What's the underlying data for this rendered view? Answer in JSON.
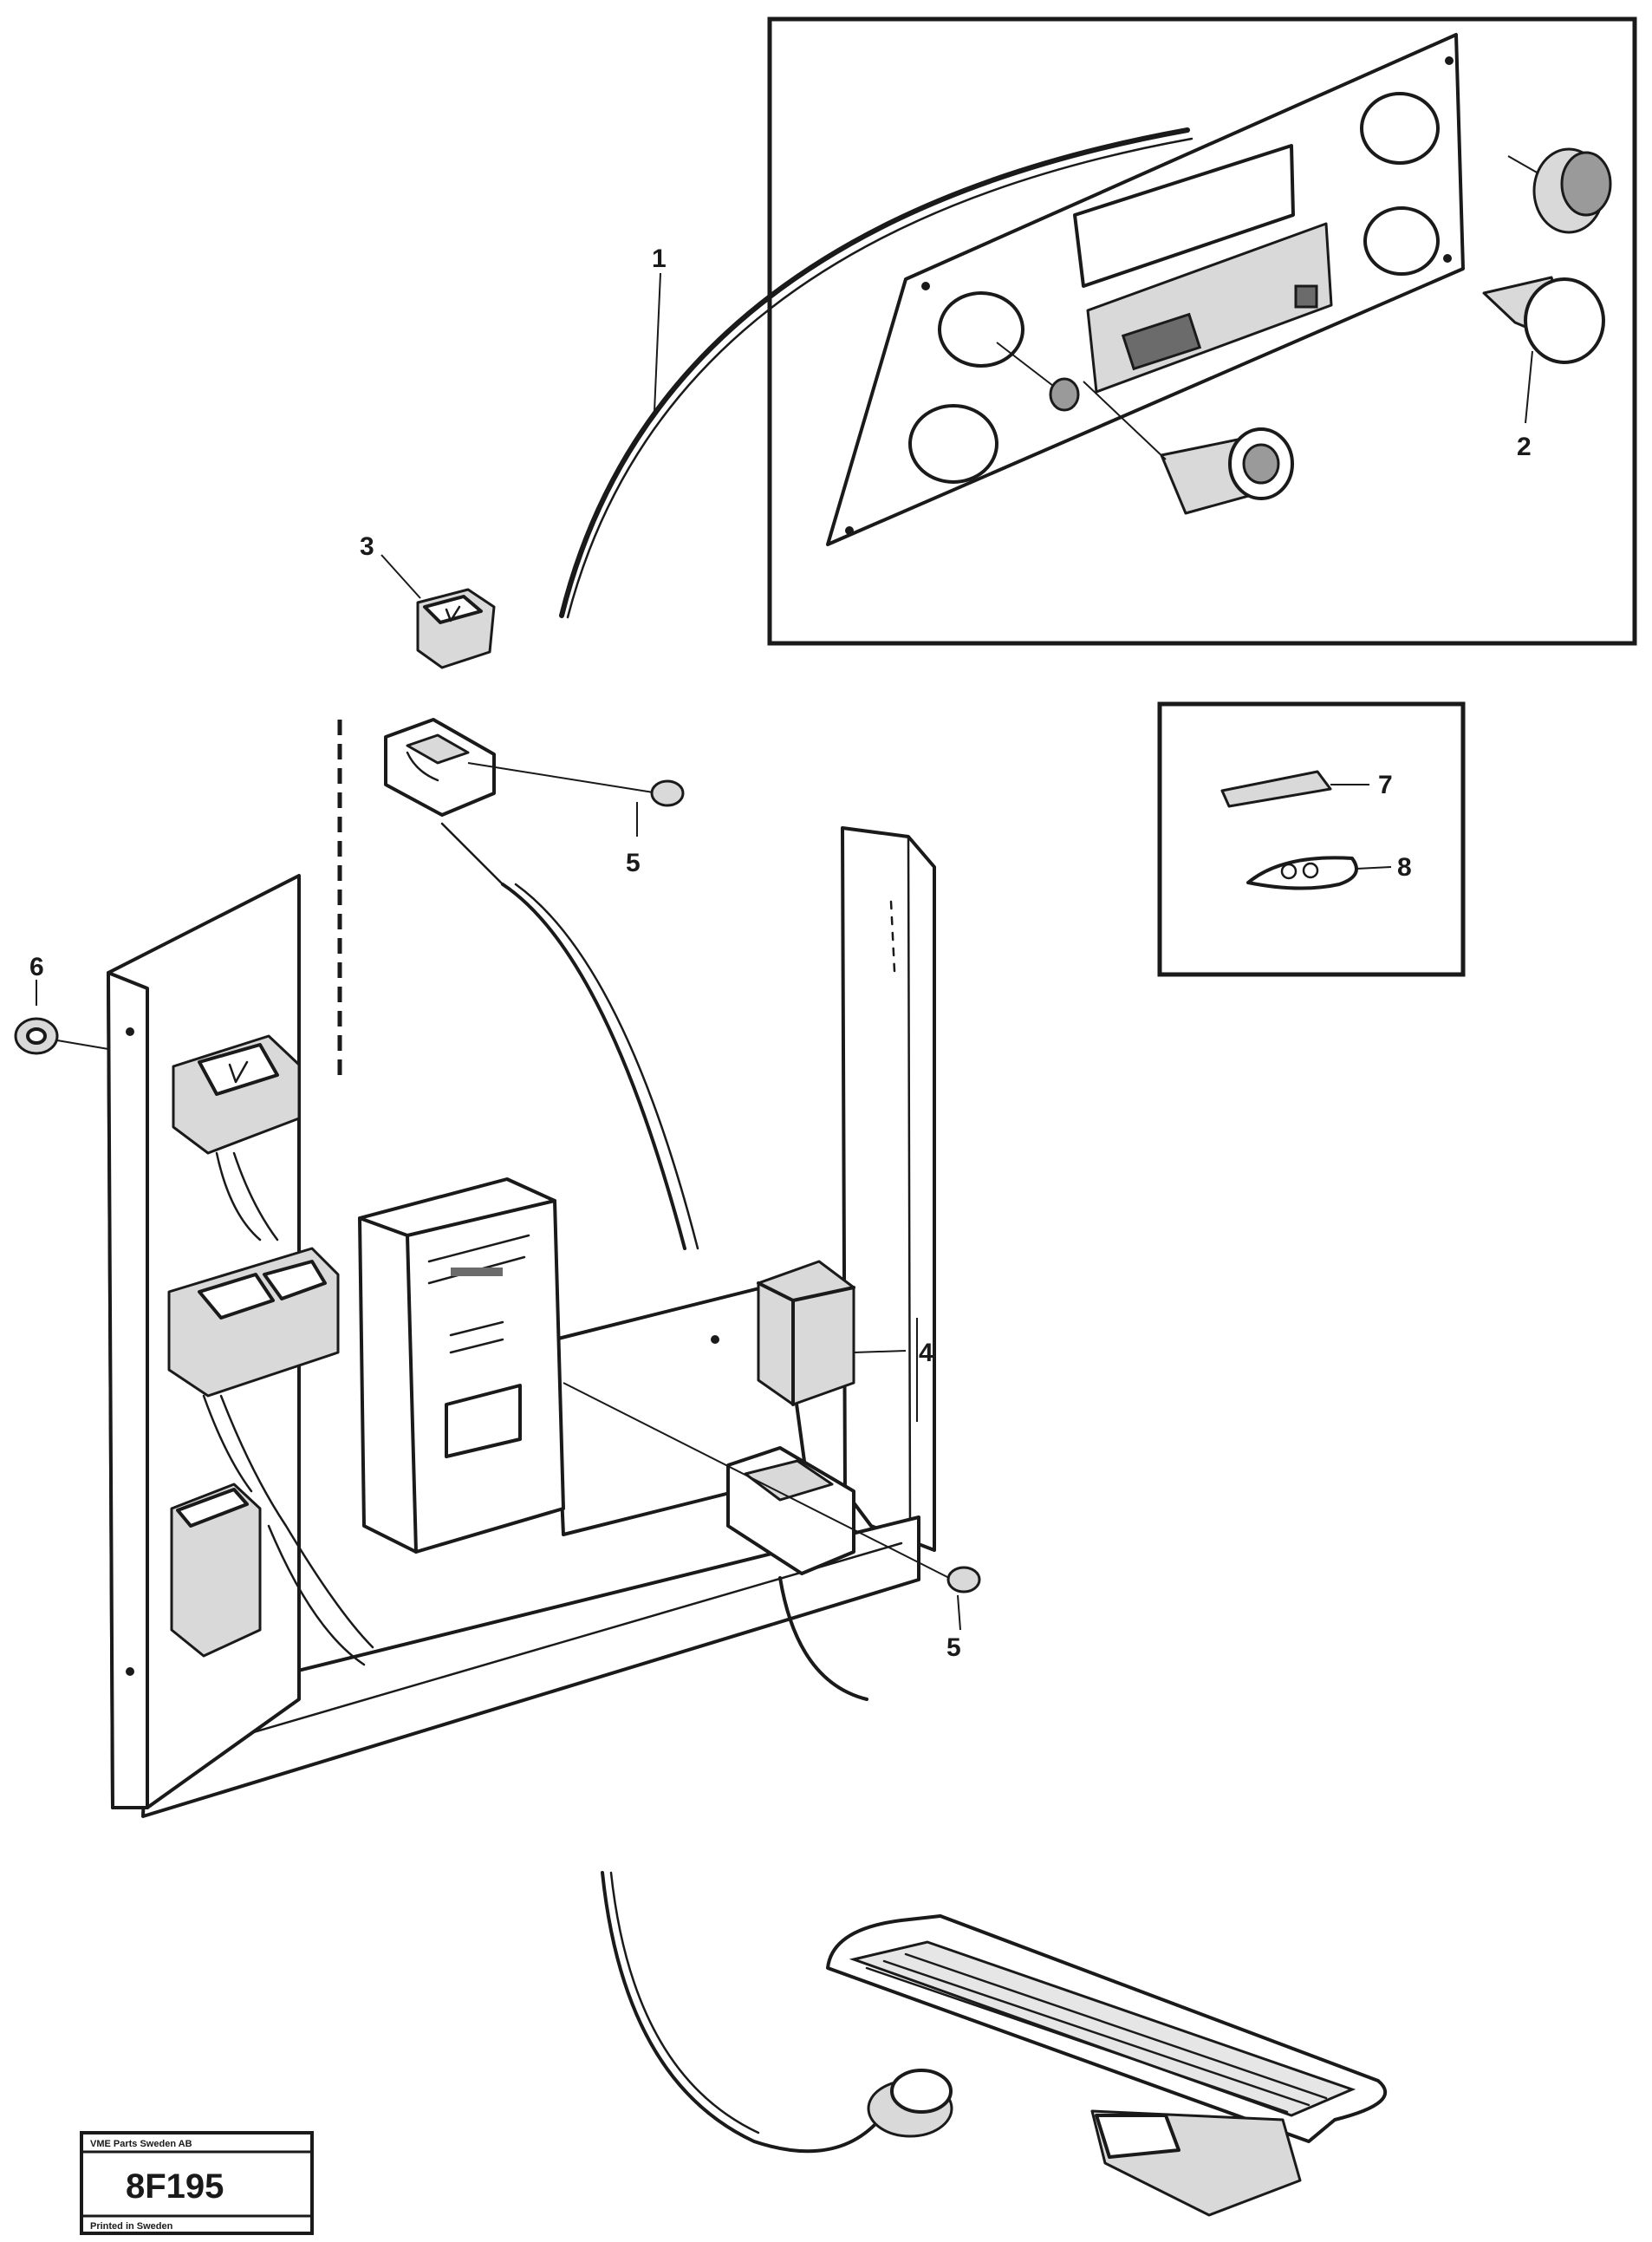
{
  "diagram": {
    "callouts": [
      "1",
      "2",
      "3",
      "4",
      "5",
      "5",
      "6",
      "7",
      "8"
    ],
    "stamp": {
      "line1": "VME Parts Sweden AB",
      "code": "8F195",
      "line3": "Printed in Sweden"
    }
  }
}
